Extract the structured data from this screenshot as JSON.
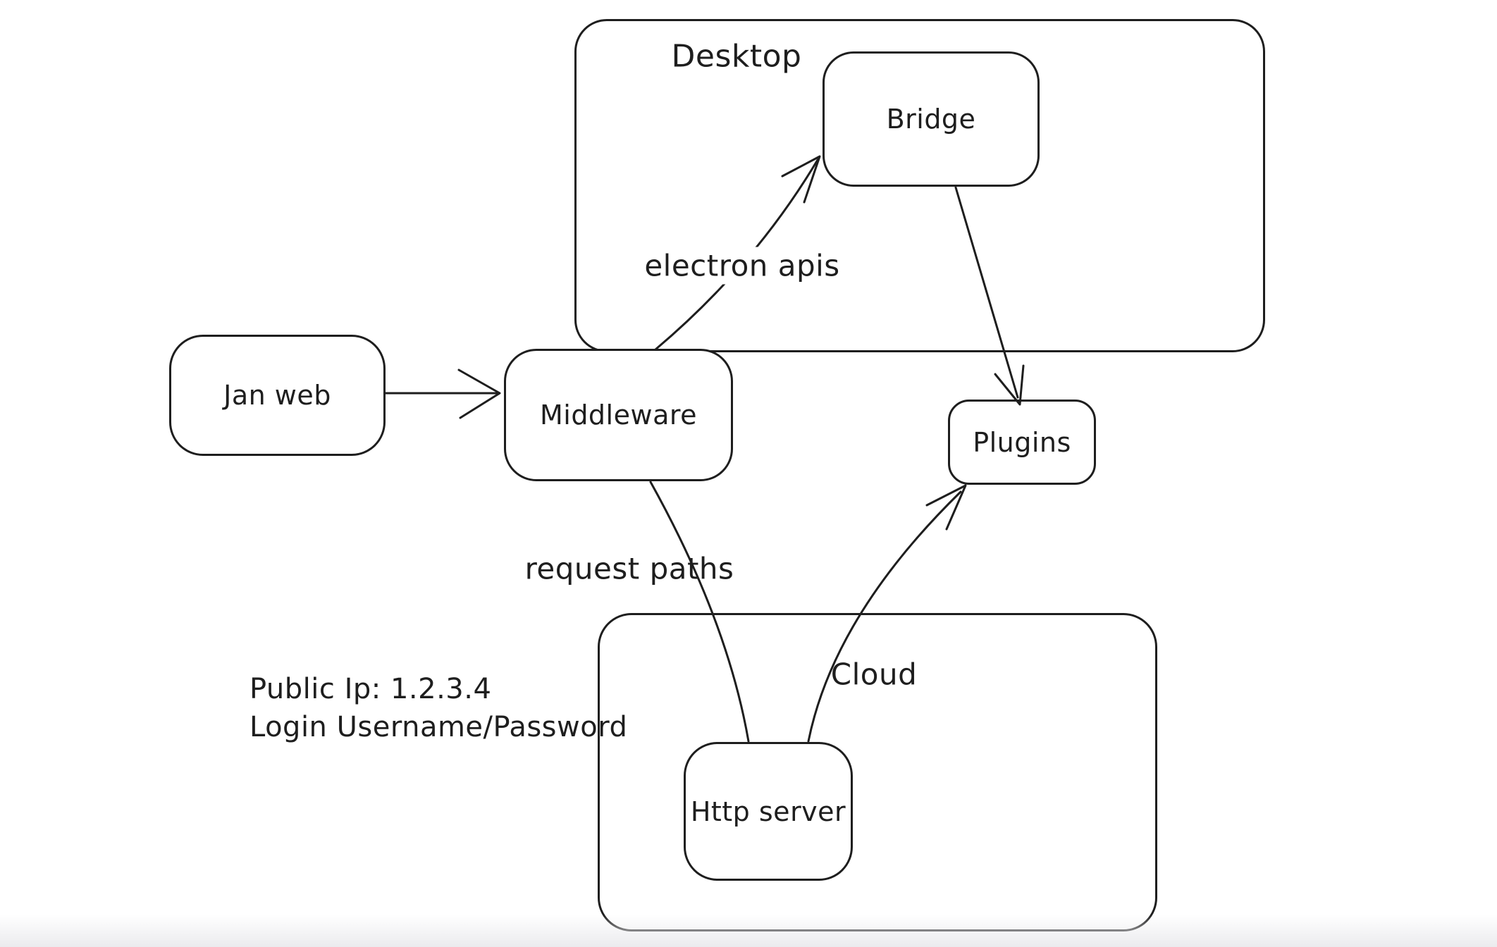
{
  "canvas": {
    "background": "#ffffff",
    "stroke_color": "#1e1e1e",
    "bottom_fade_color": "#ebebee"
  },
  "containers": [
    {
      "id": "desktop",
      "label": "Desktop"
    },
    {
      "id": "cloud",
      "label": "Cloud"
    }
  ],
  "nodes": [
    {
      "id": "jan-web",
      "label": "Jan web"
    },
    {
      "id": "middleware",
      "label": "Middleware"
    },
    {
      "id": "bridge",
      "label": "Bridge"
    },
    {
      "id": "plugins",
      "label": "Plugins"
    },
    {
      "id": "http-server",
      "label": "Http server"
    }
  ],
  "edges": [
    {
      "id": "jan-web-to-middleware",
      "from": "Jan web",
      "to": "Middleware",
      "label": ""
    },
    {
      "id": "middleware-to-bridge",
      "from": "Middleware",
      "to": "Bridge",
      "label": "electron apis"
    },
    {
      "id": "bridge-to-plugins",
      "from": "Bridge",
      "to": "Plugins",
      "label": ""
    },
    {
      "id": "middleware-to-http-server",
      "from": "Middleware",
      "to": "Http server",
      "label": "request paths"
    },
    {
      "id": "http-server-to-plugins",
      "from": "Http server",
      "to": "Plugins",
      "label": ""
    }
  ],
  "note": {
    "line1": "Public Ip: 1.2.3.4",
    "line2": "Login Username/Password"
  }
}
